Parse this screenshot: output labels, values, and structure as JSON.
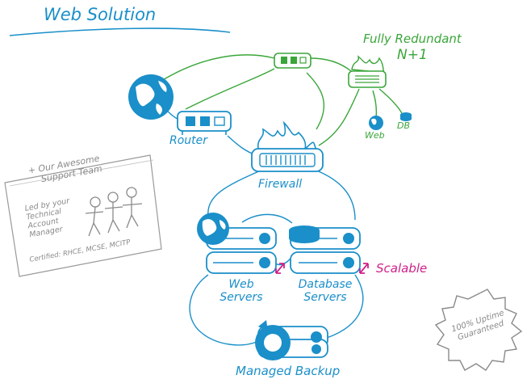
{
  "title": "Web Solution",
  "redundancy": {
    "line1": "Fully Redundant",
    "line2": "N+1",
    "web": "Web",
    "db": "DB"
  },
  "nodes": {
    "router": "Router",
    "firewall": "Firewall",
    "web_servers": {
      "line1": "Web",
      "line2": "Servers"
    },
    "db_servers": {
      "line1": "Database",
      "line2": "Servers"
    },
    "scalable": "Scalable",
    "backup": "Managed Backup"
  },
  "support_card": {
    "line1": "+ Our Awesome",
    "line2": "Support Team",
    "led1": "Led by your",
    "led2": "Technical",
    "led3": "Account",
    "led4": "Manager",
    "certified": "Certified: RHCE, MCSE, MCITP"
  },
  "badge": {
    "line1": "100% Uptime",
    "line2": "Guaranteed"
  },
  "colors": {
    "blue": "#1a8fc9",
    "green": "#3aa63a",
    "pink": "#d0208a",
    "grey": "#8a8a8a"
  }
}
